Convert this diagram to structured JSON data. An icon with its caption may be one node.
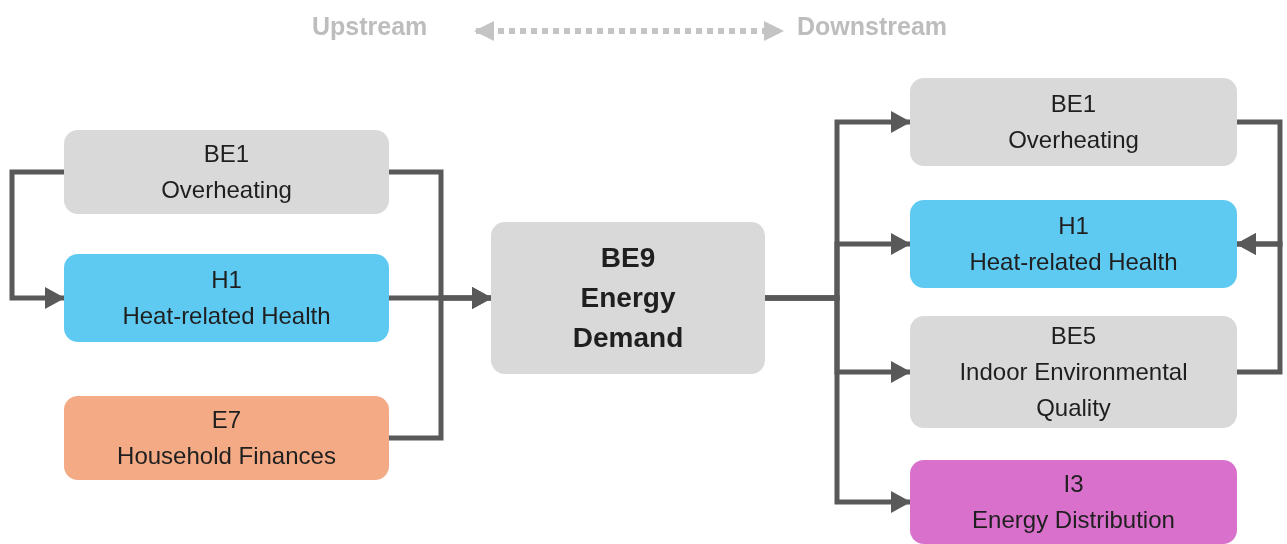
{
  "diagram": {
    "nodes": [
      {
        "text": [
          "BE1",
          "Overheating"
        ]
      },
      {
        "text": [
          "H1",
          "Heat-related Health"
        ]
      },
      {
        "text": [
          "E7",
          "Household Finances"
        ]
      },
      {
        "text": [
          "BE9",
          "Energy Demand"
        ]
      },
      {
        "text": [
          "BE1",
          "Overheating"
        ]
      },
      {
        "text": [
          "H1",
          "Heat-related Health"
        ]
      },
      {
        "text": [
          "BE5",
          "Indoor Environmental Quality"
        ]
      },
      {
        "text": [
          "I3",
          "Energy Distribution"
        ]
      }
    ],
    "edges": [
      {
        "from": 0,
        "to": 1,
        "arrow": "to"
      },
      {
        "from": 0,
        "to": 3,
        "arrow": "to"
      },
      {
        "from": 1,
        "to": 3,
        "arrow": "to"
      },
      {
        "from": 2,
        "to": 3,
        "arrow": "to"
      },
      {
        "from": 3,
        "to": 4,
        "arrow": "to"
      },
      {
        "from": 3,
        "to": 5,
        "arrow": "to"
      },
      {
        "from": 3,
        "to": 6,
        "arrow": "to"
      },
      {
        "from": 3,
        "to": 7,
        "arrow": "to"
      },
      {
        "from": 4,
        "to": 5,
        "arrow": "to"
      },
      {
        "from": 6,
        "to": 5,
        "arrow": "to"
      }
    ],
    "labels": [
      "Upstream",
      "Downstream"
    ]
  }
}
